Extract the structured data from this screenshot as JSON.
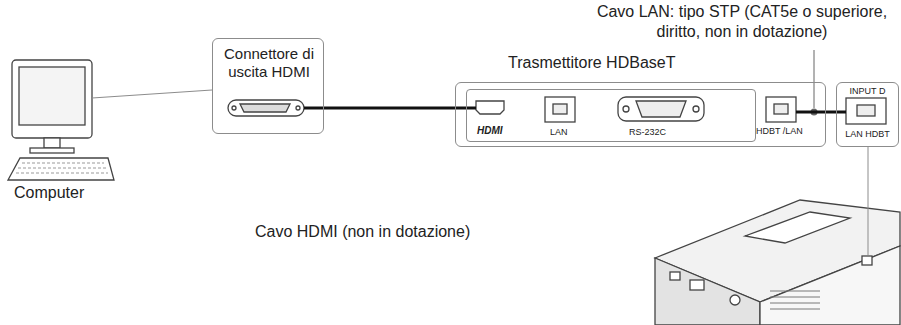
{
  "diagram": {
    "nodes": [
      {
        "text": [
          "Connettore di uscita HDMI"
        ]
      },
      {
        "text": [
          "Trasmettitore HDBaseT",
          "HDBT /LAN"
        ]
      },
      {
        "text": [
          "HDMI",
          "LAN",
          "RS-232C"
        ],
        "in": 1
      },
      {
        "text": [
          "INPUT D",
          "LAN HDBT"
        ]
      }
    ],
    "edges": [
      {
        "from": 0,
        "to": 2,
        "arrow": "none"
      },
      {
        "from": 1,
        "to": 3,
        "arrow": "none"
      }
    ],
    "labels": [
      "Computer",
      "Cavo HDMI (non in dotazione)",
      "Cavo LAN: tipo STP (CAT5e o superiore, diritto, non in dotazione)"
    ]
  }
}
